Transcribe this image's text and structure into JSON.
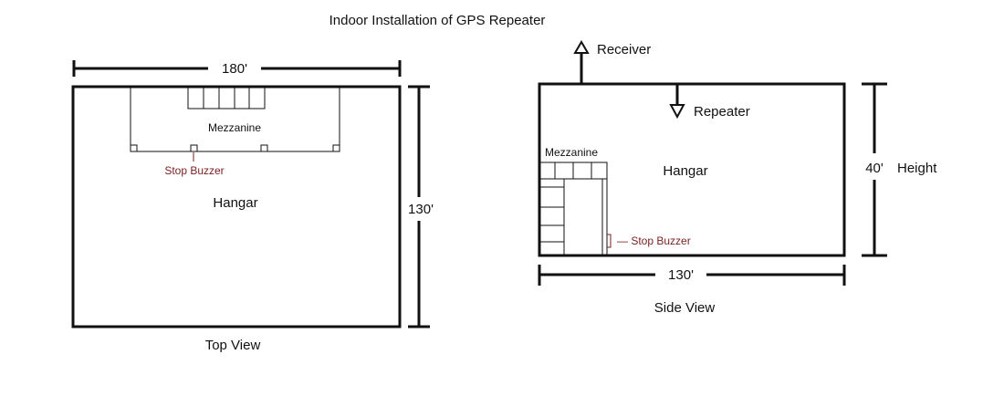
{
  "title": "Indoor Installation of GPS Repeater",
  "top_view": {
    "caption": "Top View",
    "width_label": "180'",
    "depth_label": "130'",
    "area_label": "Hangar",
    "mezzanine_label": "Mezzanine",
    "buzzer_label": "Stop Buzzer"
  },
  "side_view": {
    "caption": "Side View",
    "width_label": "130'",
    "height_value": "40'",
    "height_word": "Height",
    "area_label": "Hangar",
    "mezzanine_label": "Mezzanine",
    "buzzer_label": "— Stop Buzzer",
    "receiver_label": "Receiver",
    "repeater_label": "Repeater"
  },
  "colors": {
    "line": "#111111",
    "buzzer": "#7a1f1f"
  }
}
